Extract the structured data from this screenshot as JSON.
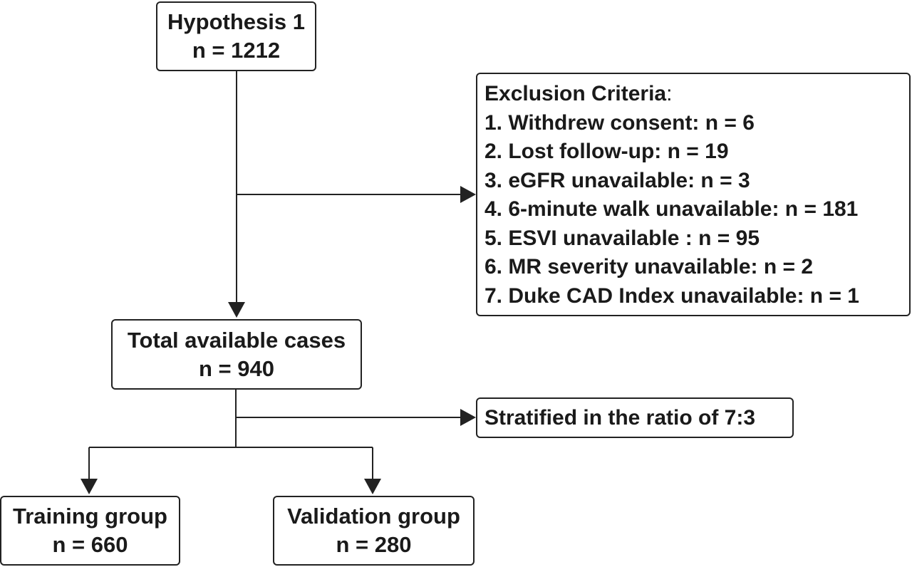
{
  "hypothesis": {
    "title": "Hypothesis 1",
    "count": "n = 1212"
  },
  "exclusion": {
    "title": "Exclusion Criteria",
    "colon": ":",
    "items": [
      "1. Withdrew consent: n = 6",
      "2. Lost follow-up: n = 19",
      "3. eGFR unavailable: n = 3",
      "4. 6-minute walk unavailable: n = 181",
      "5. ESVI unavailable : n = 95",
      "6. MR severity unavailable: n = 2",
      "7. Duke CAD Index unavailable: n = 1"
    ]
  },
  "total": {
    "title": "Total available cases",
    "count": "n = 940"
  },
  "stratified": {
    "text": "Stratified in the ratio of 7:3"
  },
  "training": {
    "title": "Training group",
    "count": "n = 660"
  },
  "validation": {
    "title": "Validation group",
    "count": "n = 280"
  },
  "colors": {
    "line": "#222222",
    "text": "#1a1a1a",
    "background": "#ffffff"
  }
}
